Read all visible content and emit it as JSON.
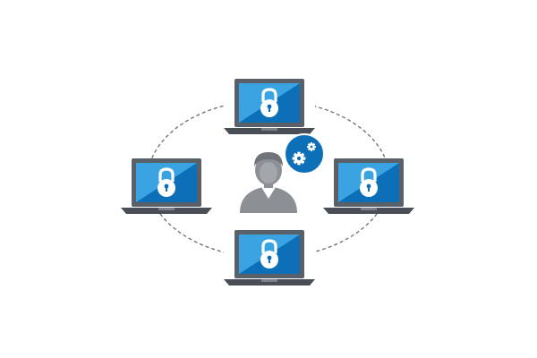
{
  "diagram": {
    "center": {
      "icon": "admin-user-icon",
      "badge_icon": "gears-icon"
    },
    "nodes": [
      {
        "position": "top",
        "icon": "encrypted-laptop-icon"
      },
      {
        "position": "left",
        "icon": "encrypted-laptop-icon"
      },
      {
        "position": "right",
        "icon": "encrypted-laptop-icon"
      },
      {
        "position": "bottom",
        "icon": "encrypted-laptop-icon"
      }
    ],
    "connection": "dashed-ellipse"
  },
  "colors": {
    "screen_light": "#3aa4e2",
    "screen_dark": "#0d6fb8",
    "laptop_frame": "#5a6068",
    "laptop_base": "#4a4f57",
    "lock": "#ffffff",
    "user": "#8c8f93",
    "badge": "#0d6fb8",
    "dash": "#777777"
  }
}
